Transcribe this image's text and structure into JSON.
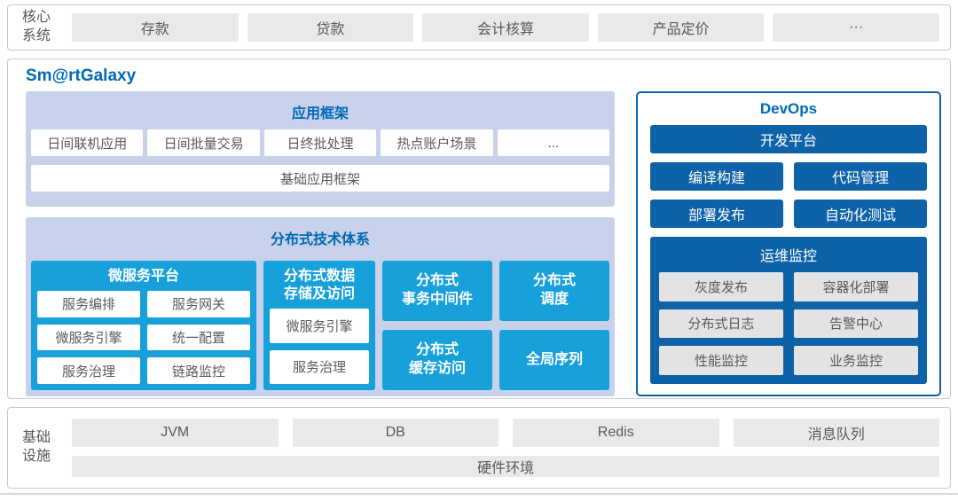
{
  "colors": {
    "brand_blue_text": "#0069b6",
    "cyan": "#18a0db",
    "dark_blue": "#0d62a8",
    "lavender_panel": "#c7d1ea",
    "gray_box": "#e9e9e9",
    "border_gray": "#c9c9c9"
  },
  "core_systems": {
    "label": "核心\n系统",
    "items": [
      "存款",
      "贷款",
      "会计核算",
      "产品定价",
      "···"
    ]
  },
  "platform": {
    "title": "Sm@rtGalaxy",
    "app_framework": {
      "title": "应用框架",
      "apps": [
        "日间联机应用",
        "日间批量交易",
        "日终批处理",
        "热点账户场景",
        "..."
      ],
      "base": "基础应用框架"
    },
    "distributed": {
      "title": "分布式技术体系",
      "microservice": {
        "title": "微服务平台",
        "items": [
          "服务编排",
          "服务网关",
          "微服务引擎",
          "统一配置",
          "服务治理",
          "链路监控"
        ]
      },
      "storage": {
        "title": "分布式数据\n存储及访问",
        "items": [
          "微服务引擎",
          "服务治理"
        ]
      },
      "blocks": [
        "分布式\n事务中间件",
        "分布式\n调度",
        "分布式\n缓存访问",
        "全局序列"
      ]
    },
    "devops": {
      "title": "DevOps",
      "dev_platform": "开发平台",
      "tools": [
        "编译构建",
        "代码管理",
        "部署发布",
        "自动化测试"
      ],
      "monitoring": {
        "title": "运维监控",
        "items": [
          "灰度发布",
          "容器化部署",
          "分布式日志",
          "告警中心",
          "性能监控",
          "业务监控"
        ]
      }
    }
  },
  "infrastructure": {
    "label": "基础\n设施",
    "items": [
      "JVM",
      "DB",
      "Redis",
      "消息队列"
    ],
    "hardware": "硬件环境"
  }
}
